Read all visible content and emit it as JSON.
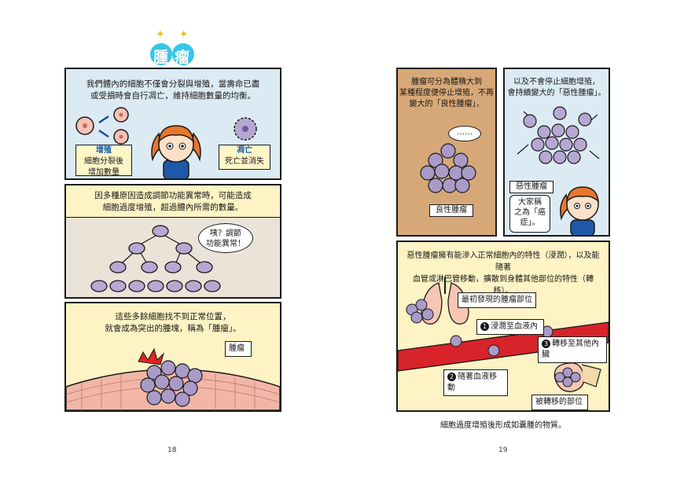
{
  "title": "腫瘤",
  "left_page": {
    "page_number": "18",
    "panel1": {
      "caption": [
        "我們體內的細胞不僅會分裂與增殖，當壽命已盡",
        "或受損時會自行凋亡，維持細胞數量的均衡。"
      ],
      "box_proliferate": {
        "title": "增殖",
        "lines": [
          "細胞分裂後",
          "增加數量"
        ]
      },
      "box_apoptosis": {
        "title": "凋亡",
        "lines": [
          "死亡並消失"
        ]
      }
    },
    "panel2": {
      "caption": [
        "因多種原因造成調節功能異常時，可能造成",
        "細胞過度增殖，超過體內所需的數量。"
      ],
      "speech": [
        "咦？調節",
        "功能異常！"
      ]
    },
    "panel3": {
      "caption": [
        "這些多餘細胞找不到正常位置，",
        "就會成為突出的腫塊，稱為「腫瘤」。"
      ],
      "label": "腫瘤"
    }
  },
  "right_page": {
    "page_number": "19",
    "panel1": {
      "caption": [
        "腫瘤可分為體積大到",
        "某種程度便停止增殖，不再",
        "變大的「良性腫瘤」，"
      ],
      "speech": "……",
      "label": "良性腫瘤"
    },
    "panel2": {
      "caption": [
        "以及不會停止細胞增殖，",
        "會持續變大的「惡性腫瘤」。"
      ],
      "label": "惡性腫瘤",
      "speech": [
        "大家稱",
        "之為「癌",
        "症」。"
      ]
    },
    "panel3": {
      "caption": [
        "惡性腫瘤擁有能滲入正常細胞內的特性（浸潤），以及能隨著",
        "血管或淋巴管移動，擴散到身體其他部位的特性（轉移）。"
      ],
      "label_origin": "最初發現的腫瘤部位",
      "step1": {
        "num": "1",
        "text": "浸潤至血液內"
      },
      "step2": {
        "num": "2",
        "text": "隨著血液移動"
      },
      "step3": {
        "num": "3",
        "text": "轉移至其他內臟"
      },
      "label_dest": "被轉移的部位"
    },
    "footer": "細胞過度增殖後形成如囊腫的物質。"
  },
  "colors": {
    "title_cyan": "#35c6e8",
    "panel_blue": "#dcebf3",
    "panel_yellow": "#fdf3c4",
    "panel_tan": "#d7a877",
    "skin_pink": "#f2b6a6",
    "cell_purple": "#a99ac7",
    "vessel_red": "#d8232a",
    "hair_orange": "#e8772c"
  }
}
